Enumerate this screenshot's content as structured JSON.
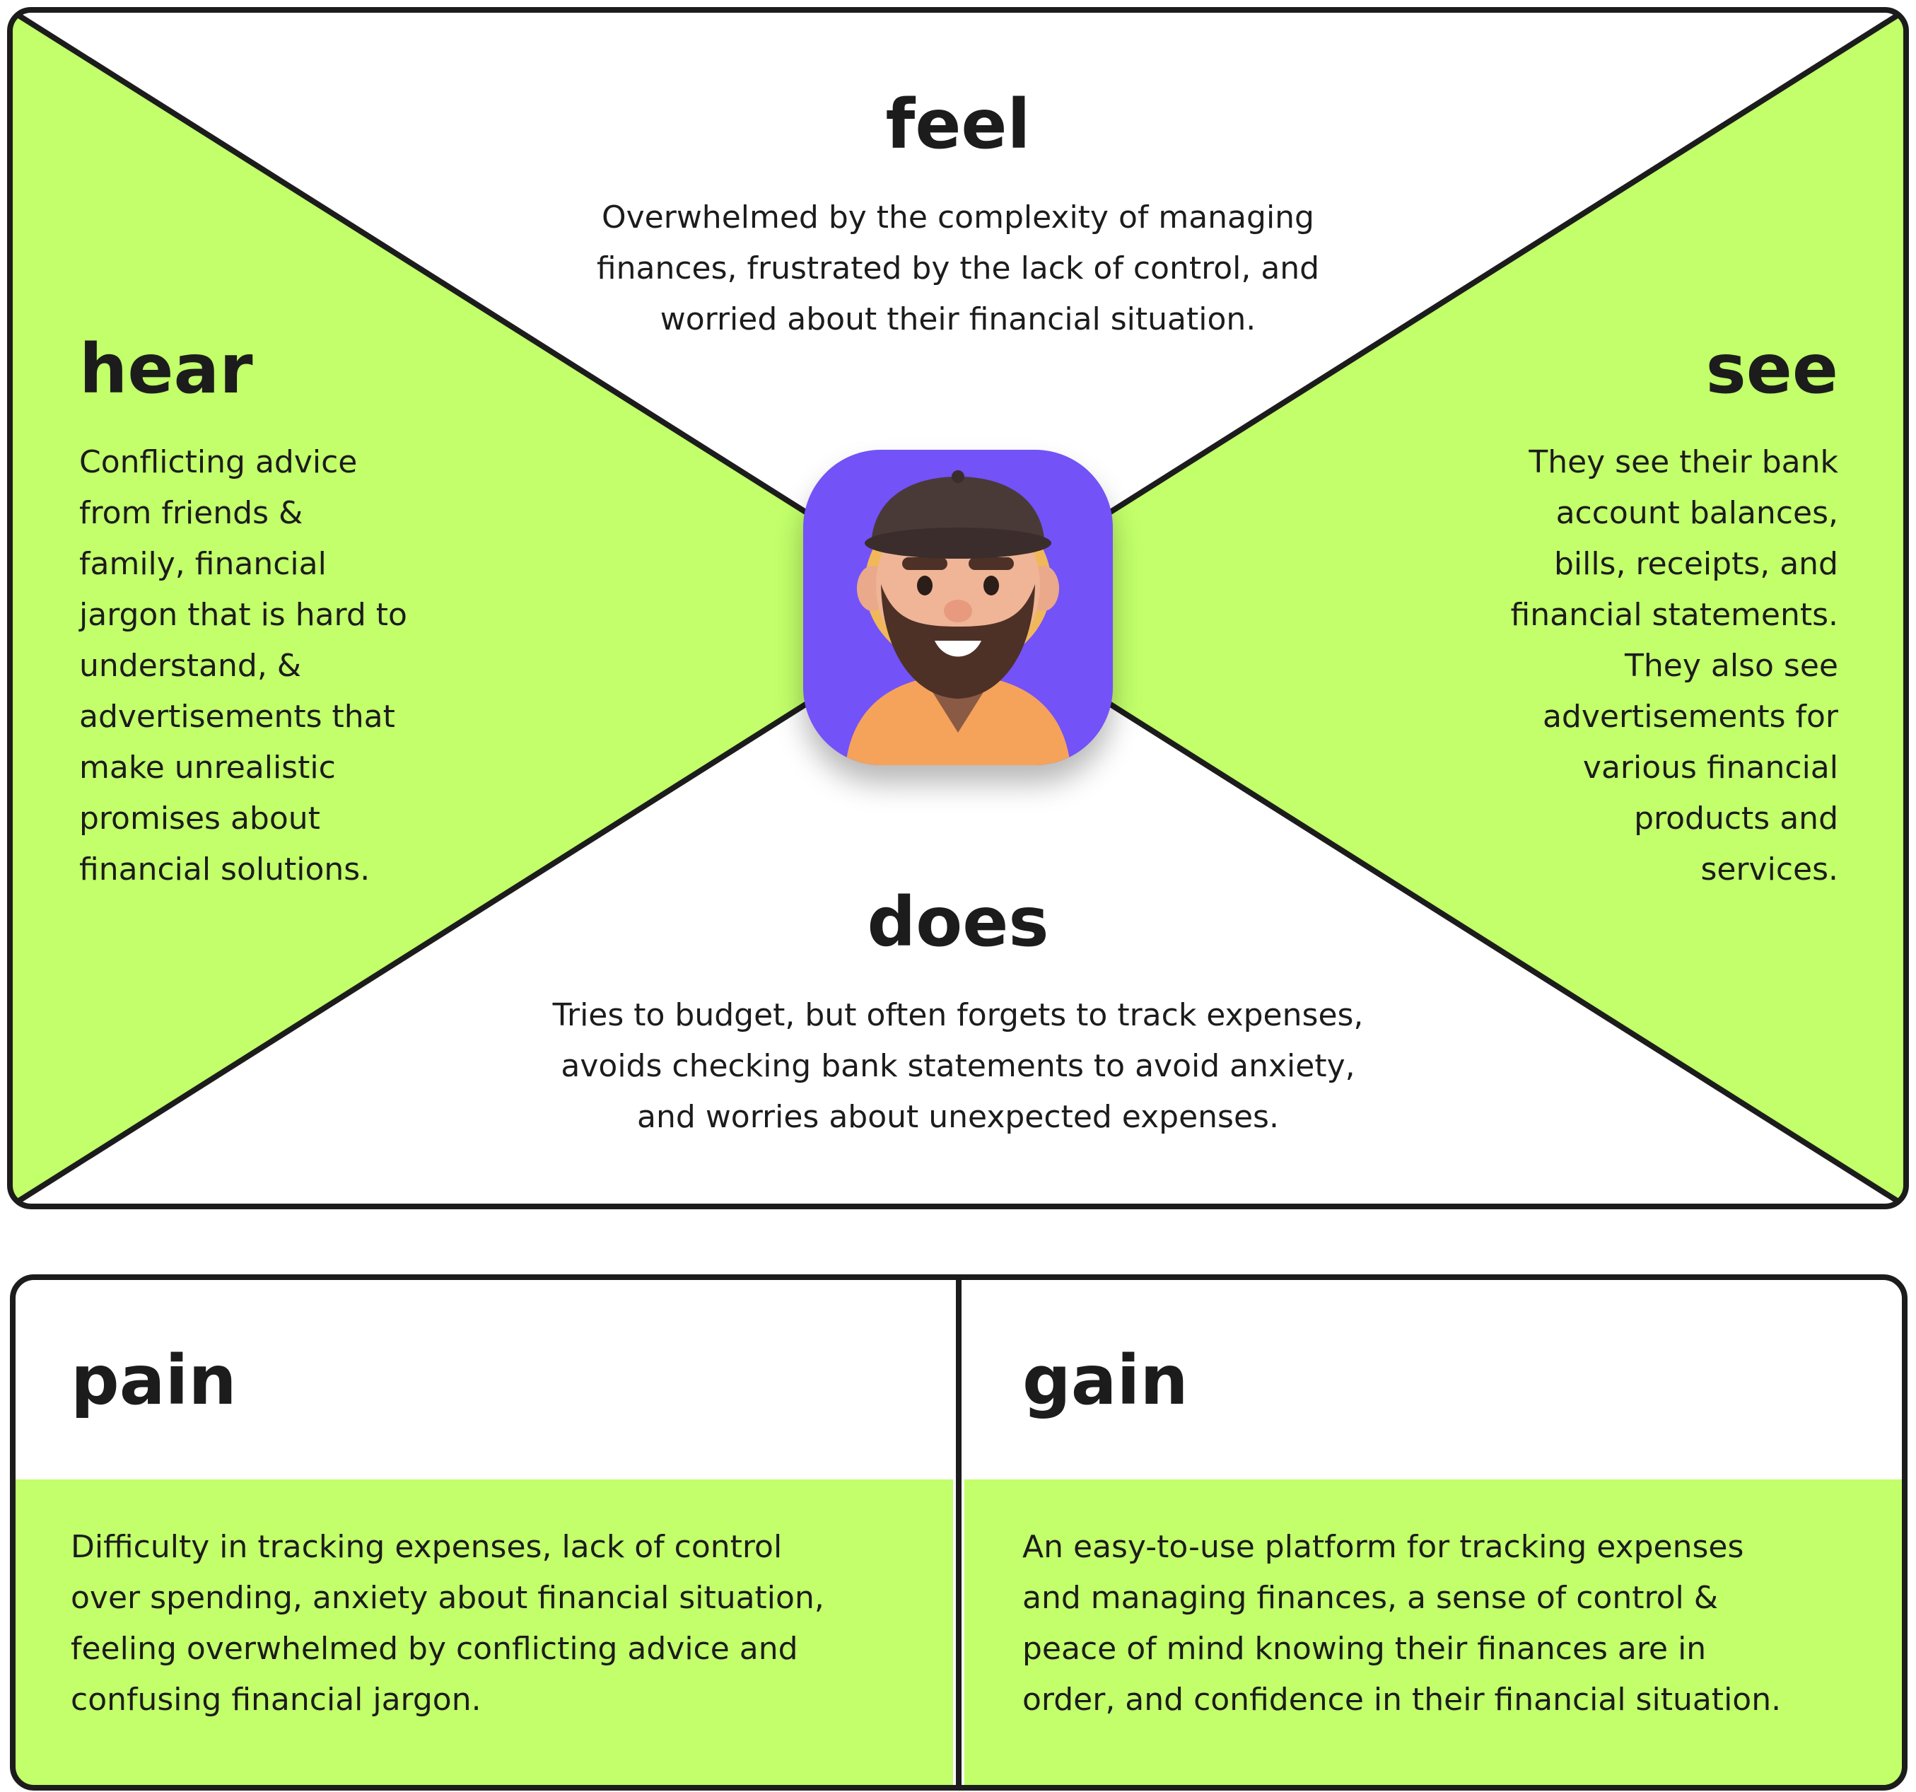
{
  "colors": {
    "accent": "#c2ff6a",
    "ink": "#1c1c1c",
    "background": "#ffffff",
    "avatar_background": "#7352f7"
  },
  "empathy_map": {
    "feel": {
      "title": "feel",
      "text": "Overwhelmed by the complexity of managing\nfinances, frustrated by the lack of control, and\nworried about their financial situation."
    },
    "hear": {
      "title": "hear",
      "text": "Conflicting advice\nfrom friends &\nfamily, financial\njargon that is hard to\nunderstand, &\nadvertisements that\nmake unrealistic\npromises about\nfinancial solutions."
    },
    "see": {
      "title": "see",
      "text": "They see their bank\naccount balances,\nbills, receipts, and\nfinancial statements.\nThey also see\nadvertisements for\nvarious financial\nproducts and\nservices."
    },
    "does": {
      "title": "does",
      "text": "Tries to budget, but often forgets to track expenses,\navoids checking bank statements to avoid anxiety,\nand worries about unexpected expenses."
    },
    "avatar": {
      "icon": "user-avatar-icon"
    }
  },
  "pain_gain": {
    "pain": {
      "title": "pain",
      "text": "Difficulty in tracking expenses, lack of control\nover spending, anxiety about financial situation,\nfeeling overwhelmed by conflicting advice and\nconfusing financial jargon."
    },
    "gain": {
      "title": "gain",
      "text": "An easy-to-use platform for tracking expenses\nand managing finances, a sense of control &\npeace of mind knowing their finances are in\norder, and confidence in their financial situation."
    }
  }
}
